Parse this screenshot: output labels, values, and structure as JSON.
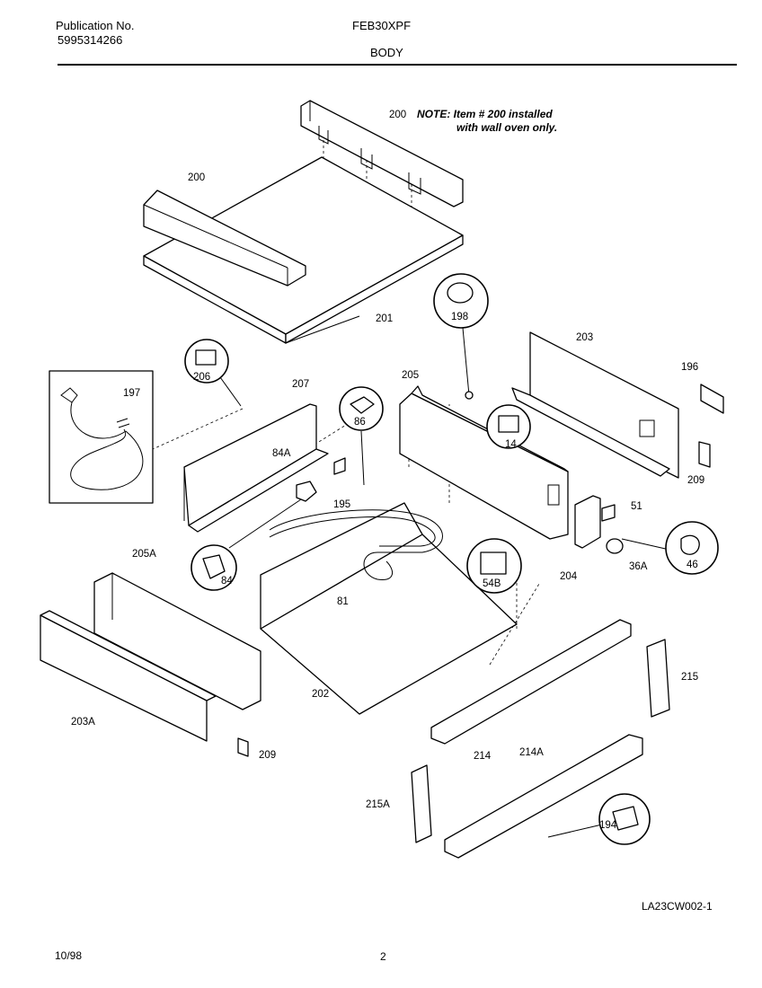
{
  "header": {
    "publication_label": "Publication No.",
    "publication_number": "5995314266",
    "model": "FEB30XPF",
    "section": "BODY"
  },
  "note": {
    "ref": "200",
    "line1": "NOTE: Item # 200 installed",
    "line2": "with wall oven only."
  },
  "part_labels": {
    "p200_top": "200",
    "p200_left": "200",
    "p201": "201",
    "p198": "198",
    "p203": "203",
    "p196": "196",
    "p206": "206",
    "p197": "197",
    "p207": "207",
    "p86": "86",
    "p205": "205",
    "p14": "14",
    "p209_right": "209",
    "p84A": "84A",
    "p195": "195",
    "p51": "51",
    "p46": "46",
    "p36A": "36A",
    "p204": "204",
    "p54B": "54B",
    "p205A": "205A",
    "p84": "84",
    "p81": "81",
    "p215": "215",
    "p202": "202",
    "p203A": "203A",
    "p214": "214",
    "p214A": "214A",
    "p209_bottom": "209",
    "p215A": "215A",
    "p194": "194"
  },
  "footer": {
    "drawing_id": "LA23CW002-1",
    "date": "10/98",
    "page": "2"
  }
}
